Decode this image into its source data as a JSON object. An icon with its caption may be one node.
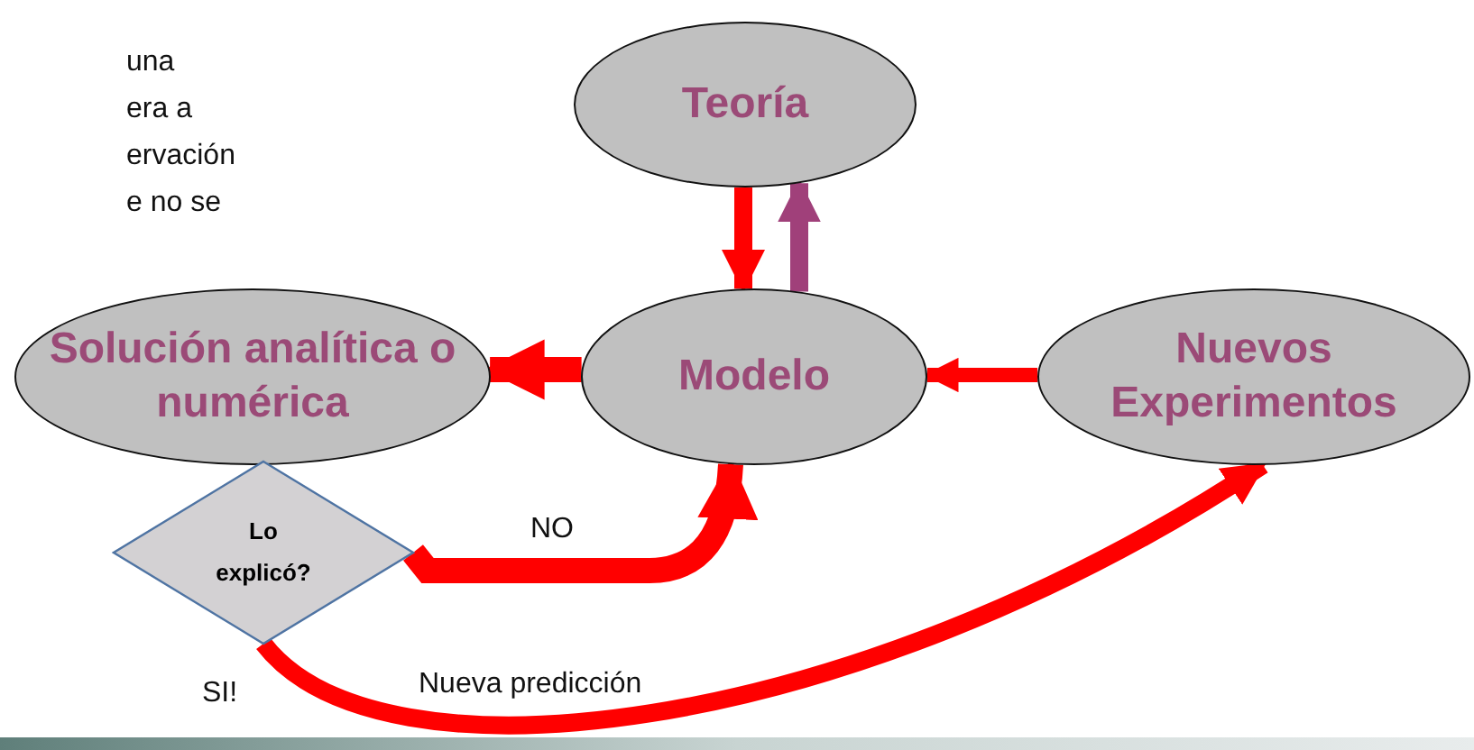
{
  "diagram": {
    "nodes": [
      {
        "text": [
          "Teoría"
        ]
      },
      {
        "text": [
          "Solución analítica o numérica"
        ]
      },
      {
        "text": [
          "Modelo"
        ]
      },
      {
        "text": [
          "Nuevos Experimentos"
        ]
      },
      {
        "text": [
          "Lo explicó?"
        ]
      }
    ],
    "edges": [
      {
        "from": 0,
        "to": 2,
        "arrow": "to"
      },
      {
        "from": 2,
        "to": 0,
        "arrow": "to",
        "color": "#a0407a"
      },
      {
        "from": 2,
        "to": 1,
        "arrow": "to"
      },
      {
        "from": 3,
        "to": 2,
        "arrow": "to"
      },
      {
        "from": 4,
        "to": 2,
        "arrow": "to",
        "label": "NO"
      },
      {
        "from": 4,
        "to": 3,
        "arrow": "to",
        "label": "SI!"
      }
    ],
    "labels": [
      "una",
      "era a",
      "ervación",
      "e no se",
      "Nueva predicción"
    ]
  }
}
